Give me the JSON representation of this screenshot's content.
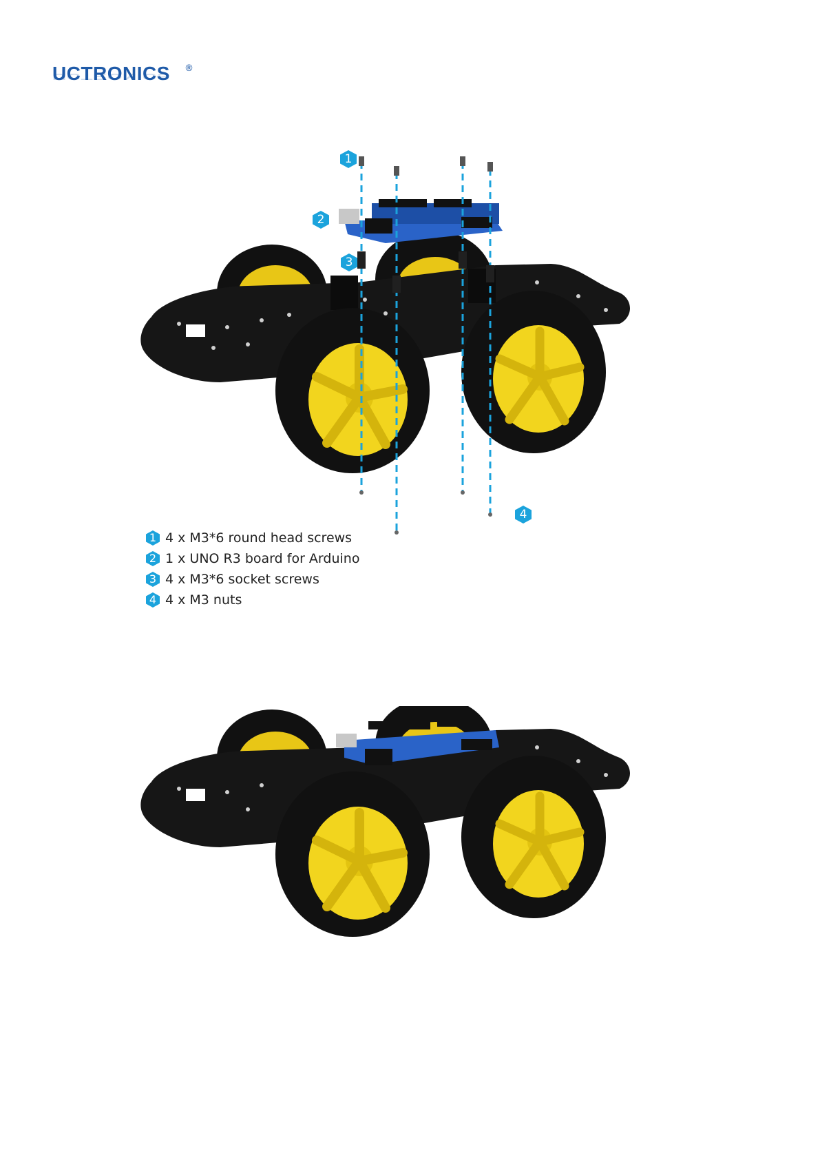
{
  "brand": {
    "logo_text": "UCTRONICS",
    "registered_mark": "®",
    "color": "#1e5aa8"
  },
  "callouts": [
    "1",
    "2",
    "3",
    "4"
  ],
  "legend": [
    {
      "num": "1",
      "text": "4 x M3*6 round head screws"
    },
    {
      "num": "2",
      "text": "1 x UNO R3 board for Arduino"
    },
    {
      "num": "3",
      "text": "4 x M3*6 socket screws"
    },
    {
      "num": "4",
      "text": "4 x M3 nuts"
    }
  ],
  "colors": {
    "accent": "#1ba3dc",
    "chassis": "#161616",
    "wheel_rim": "#f2d51e",
    "tire": "#111111",
    "board": "#2a63c8"
  }
}
